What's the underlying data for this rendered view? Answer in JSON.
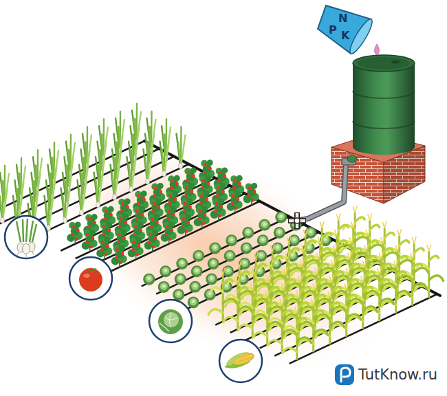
{
  "diagram": {
    "nodes": [
      {
        "text": [
          "N",
          "P",
          "K"
        ]
      }
    ],
    "labels": [
      "TutKnow.ru"
    ]
  }
}
